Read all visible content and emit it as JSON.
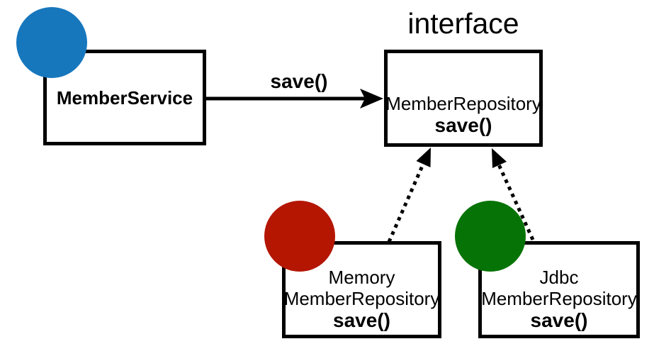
{
  "labels": {
    "interface": "interface",
    "arrow_method": "save()"
  },
  "nodes": {
    "member_service": {
      "title": "MemberService"
    },
    "member_repository": {
      "title": "MemberRepository",
      "method": "save()"
    },
    "memory_member_repository": {
      "line1": "Memory",
      "line2": "MemberRepository",
      "method": "save()"
    },
    "jdbc_member_repository": {
      "line1": "Jdbc",
      "line2": "MemberRepository",
      "method": "save()"
    }
  },
  "colors": {
    "background": "#ffffff",
    "line": "#000000",
    "blue_badge": "#1777bd",
    "red_badge": "#b41602",
    "green_badge": "#067306"
  }
}
